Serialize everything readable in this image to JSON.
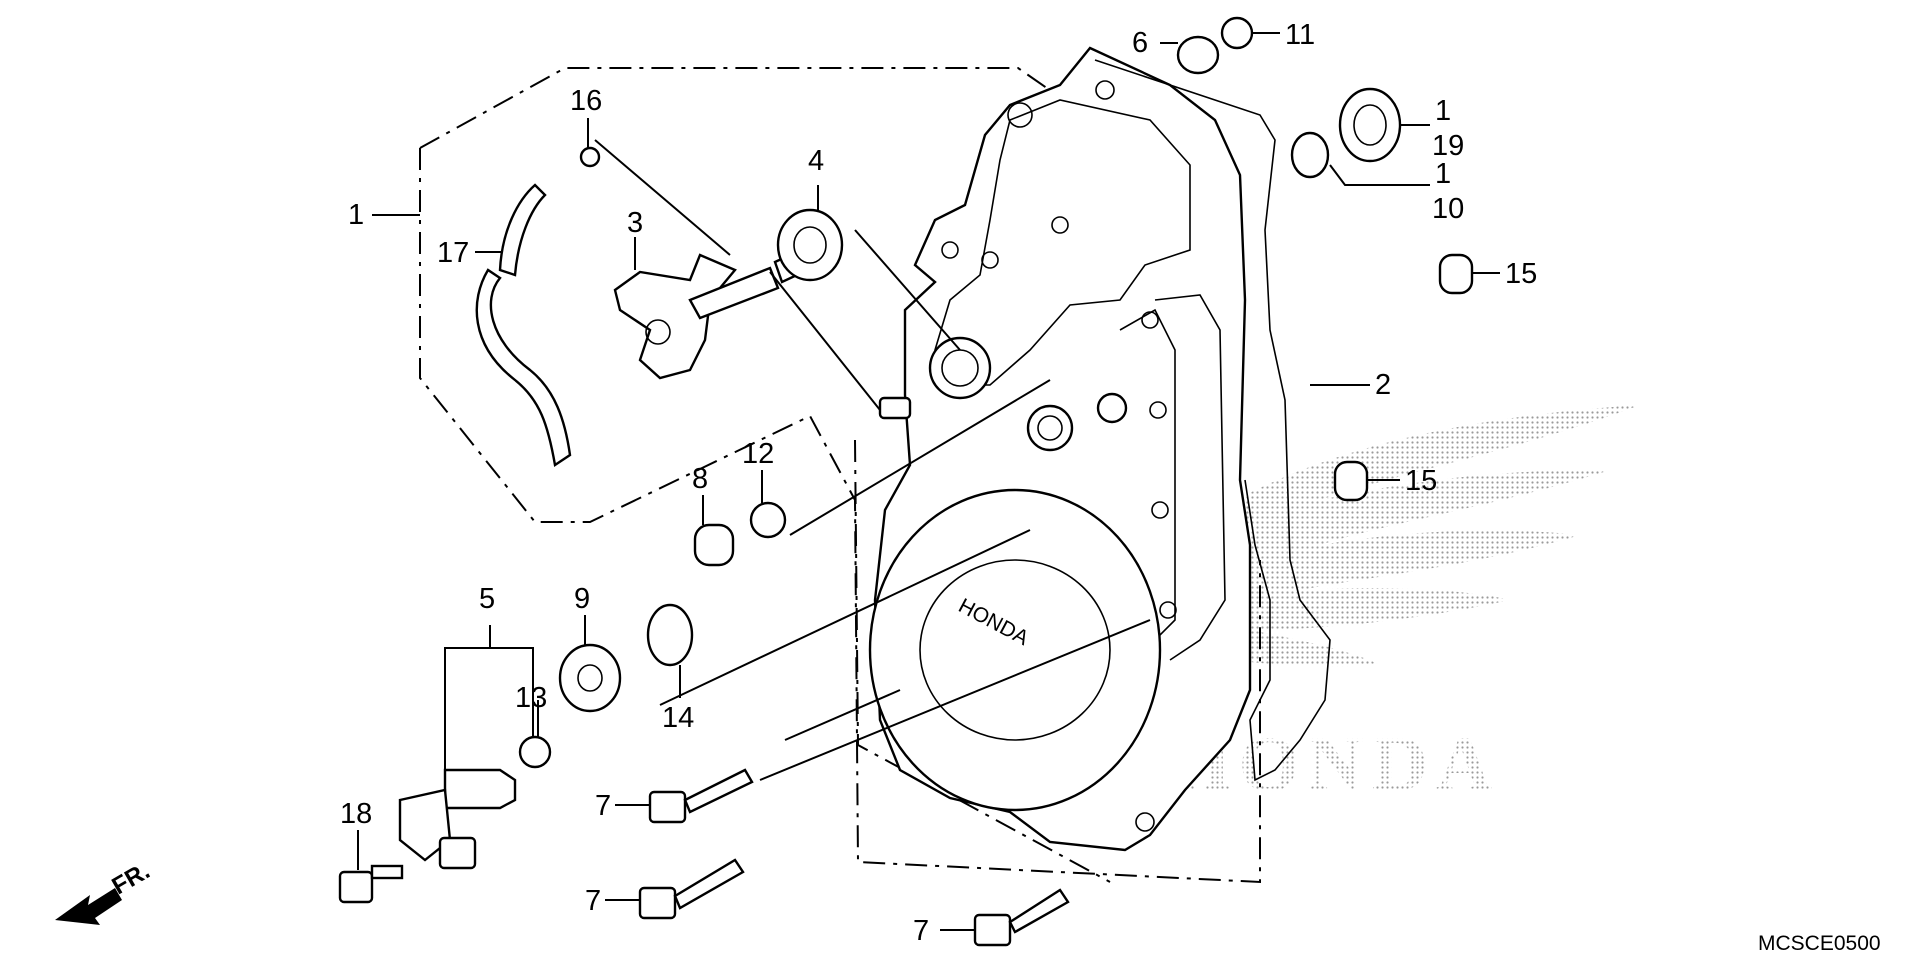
{
  "diagram": {
    "code": "MCSCE0500",
    "front_marker": "FR.",
    "cover_logo_text": "HONDA",
    "watermark_text": "HONDA",
    "callouts": [
      {
        "id": "c1a",
        "label": "1"
      },
      {
        "id": "c17",
        "label": "17"
      },
      {
        "id": "c16",
        "label": "16"
      },
      {
        "id": "c3",
        "label": "3"
      },
      {
        "id": "c4",
        "label": "4"
      },
      {
        "id": "c6",
        "label": "6"
      },
      {
        "id": "c11",
        "label": "11"
      },
      {
        "id": "c1b",
        "label": "1"
      },
      {
        "id": "c19",
        "label": "19"
      },
      {
        "id": "c1c",
        "label": "1"
      },
      {
        "id": "c10",
        "label": "10"
      },
      {
        "id": "c15a",
        "label": "15"
      },
      {
        "id": "c2",
        "label": "2"
      },
      {
        "id": "c15b",
        "label": "15"
      },
      {
        "id": "c8",
        "label": "8"
      },
      {
        "id": "c12",
        "label": "12"
      },
      {
        "id": "c9",
        "label": "9"
      },
      {
        "id": "c14",
        "label": "14"
      },
      {
        "id": "c5",
        "label": "5"
      },
      {
        "id": "c13",
        "label": "13"
      },
      {
        "id": "c18",
        "label": "18"
      },
      {
        "id": "c7a",
        "label": "7"
      },
      {
        "id": "c7b",
        "label": "7"
      },
      {
        "id": "c7c",
        "label": "7"
      }
    ]
  }
}
